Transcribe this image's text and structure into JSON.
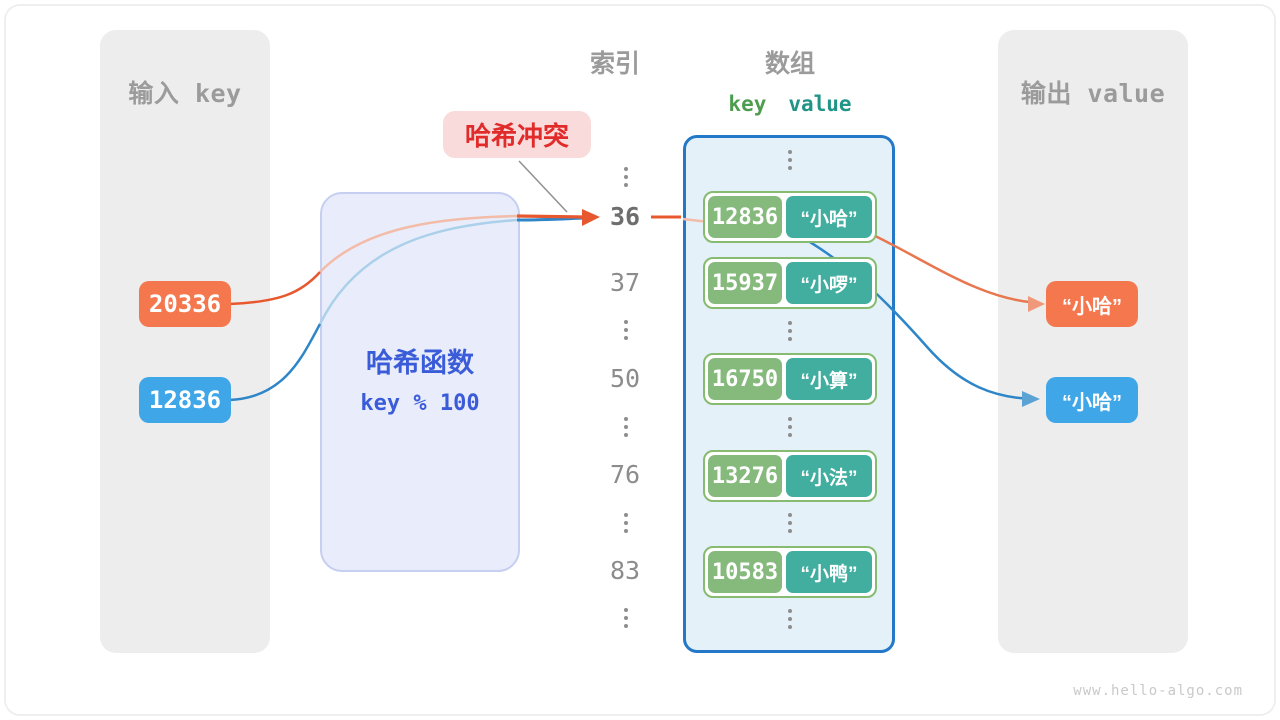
{
  "watermark": "www.hello-algo.com",
  "input_panel": {
    "title": "输入 key",
    "keys": [
      {
        "label": "20336",
        "color": "#f4774e"
      },
      {
        "label": "12836",
        "color": "#3fa6e8"
      }
    ]
  },
  "hash_box": {
    "title": "哈希函数",
    "formula": "key % 100"
  },
  "collision_badge": {
    "label": "哈希冲突"
  },
  "index_column": {
    "title": "索引",
    "items": [
      {
        "label": "36",
        "highlight": true
      },
      {
        "label": "37",
        "highlight": false
      },
      {
        "label": "50",
        "highlight": false
      },
      {
        "label": "76",
        "highlight": false
      },
      {
        "label": "83",
        "highlight": false
      }
    ]
  },
  "array_panel": {
    "title": "数组",
    "key_header": "key",
    "value_header": "value",
    "pairs": [
      {
        "key": "12836",
        "value": "“小哈”"
      },
      {
        "key": "15937",
        "value": "“小啰”"
      },
      {
        "key": "16750",
        "value": "“小算”"
      },
      {
        "key": "13276",
        "value": "“小法”"
      },
      {
        "key": "10583",
        "value": "“小鸭”"
      }
    ]
  },
  "output_panel": {
    "title": "输出 value",
    "values": [
      {
        "label": "“小哈”",
        "color": "#f4774e"
      },
      {
        "label": "“小哈”",
        "color": "#3fa6e8"
      }
    ]
  },
  "colors": {
    "orange": "#f4774e",
    "blue": "#3fa6e8",
    "green_key": "#86ba7d",
    "teal_value": "#41ae9f",
    "collision_red": "#e12b2b",
    "hash_indigo": "#3b5cd8",
    "array_border_blue": "#2478c8",
    "panel_gray": "#ededed"
  }
}
